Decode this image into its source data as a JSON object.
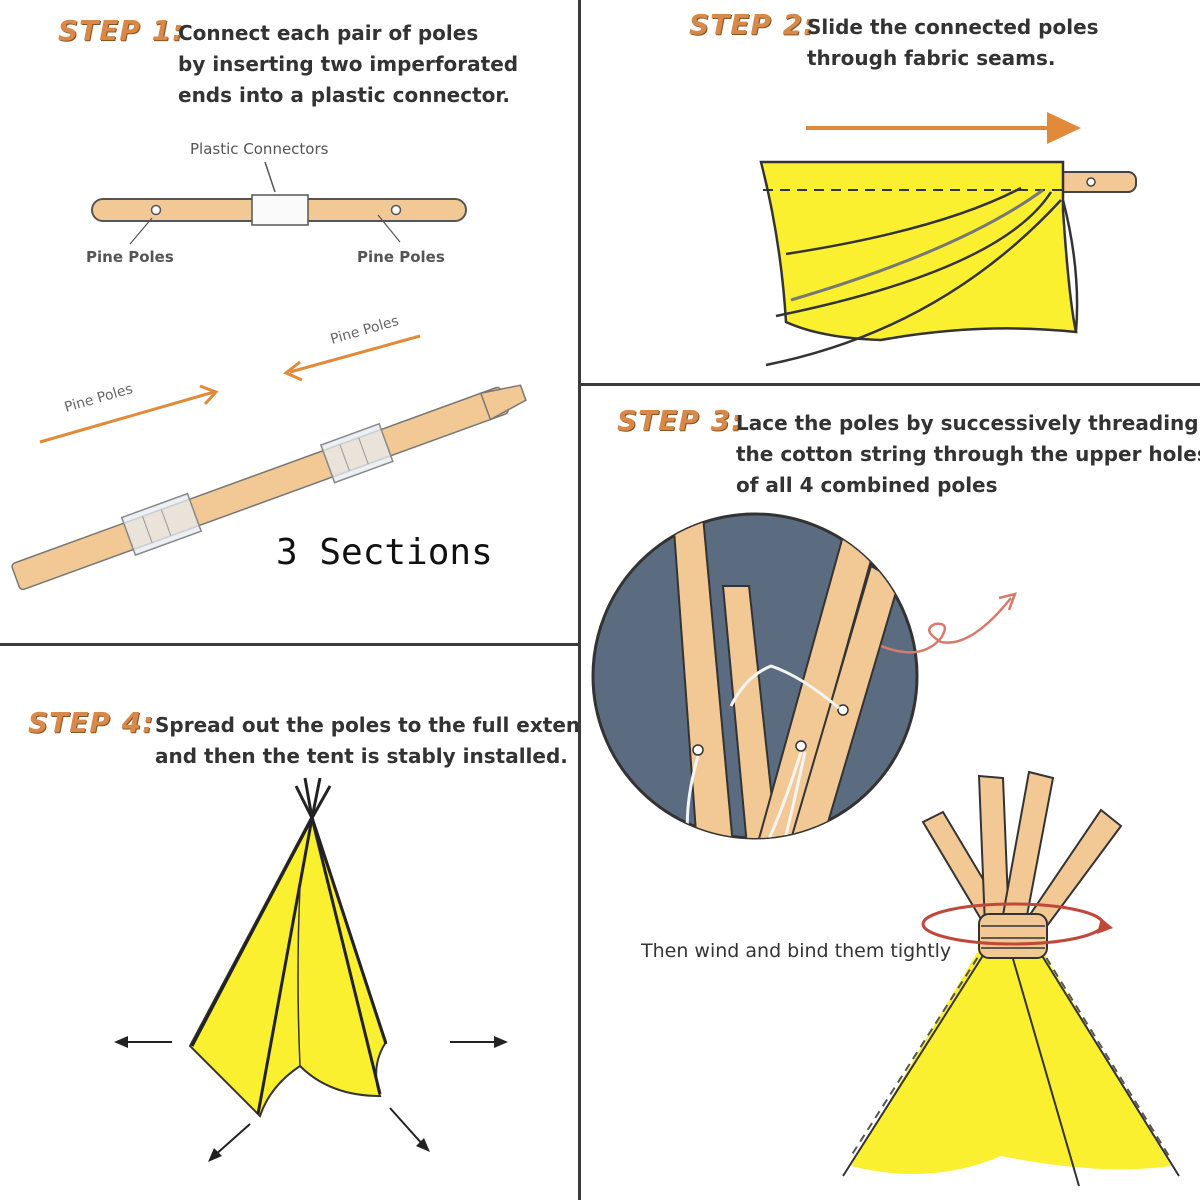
{
  "step1": {
    "tag": "STEP 1:",
    "lines": [
      "Connect each pair of poles",
      "by inserting two imperforated",
      "ends into a plastic connector."
    ],
    "label_connectors": "Plastic Connectors",
    "label_pine_left": "Pine Poles",
    "label_pine_right": "Pine Poles",
    "label_pine_arrow_left": "Pine Poles",
    "label_pine_arrow_right": "Pine Poles",
    "sections_label": "3 Sections"
  },
  "step2": {
    "tag": "STEP 2:",
    "lines": [
      "Slide the connected poles",
      "through fabric seams."
    ]
  },
  "step3": {
    "tag": "STEP 3:",
    "lines": [
      "Lace the poles by successively threading",
      "the cotton string through the upper holes",
      "of all 4 combined poles"
    ],
    "bind_label": "Then wind and bind them tightly"
  },
  "step4": {
    "tag": "STEP 4:",
    "lines": [
      "Spread out the poles to the full extent,",
      "and then the tent is stably installed."
    ]
  },
  "colors": {
    "step_accent": "#d8894a",
    "pole": "#f2c994",
    "fabric_yellow": "#fbf030",
    "arrow_orange": "#e08a3a",
    "circle_bg": "#5b6b80"
  }
}
